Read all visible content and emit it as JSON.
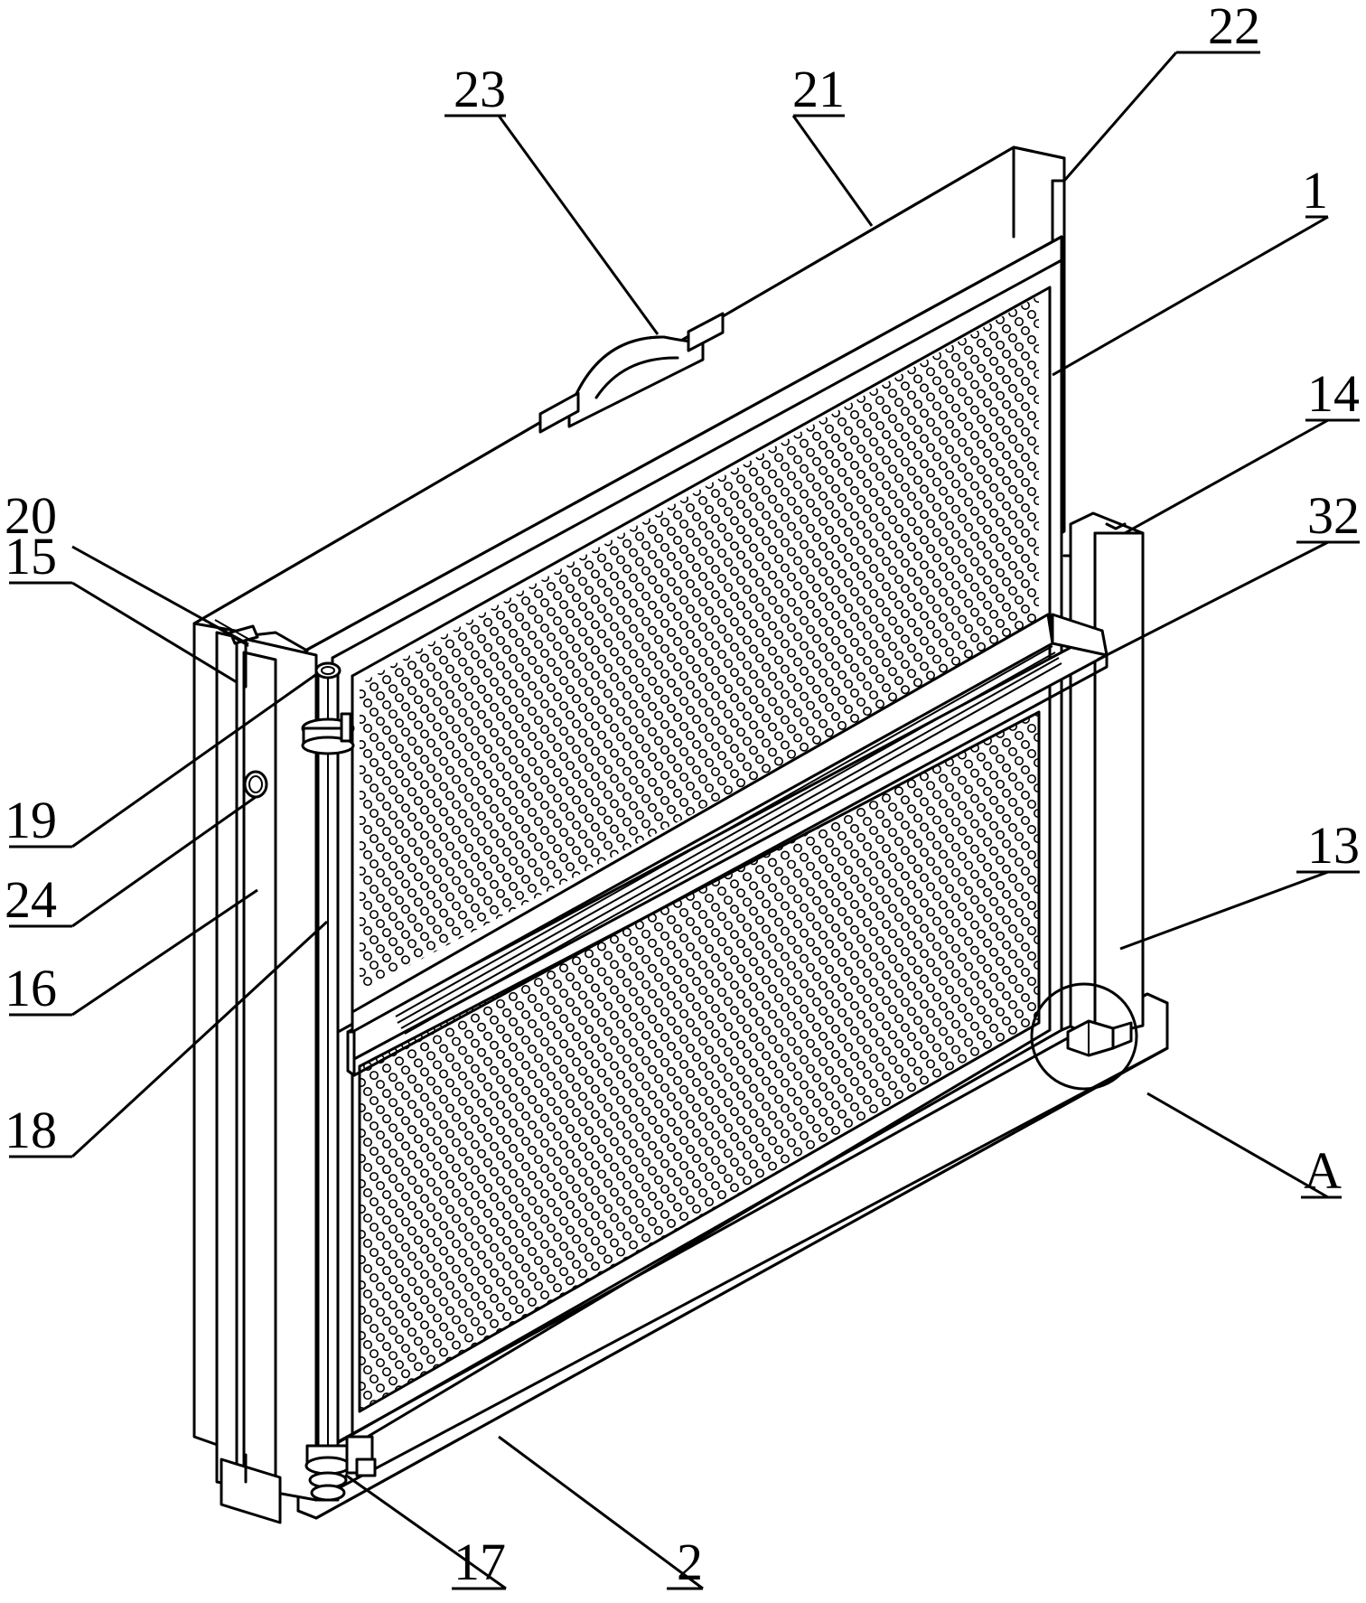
{
  "figure": {
    "labels": [
      {
        "id": "22",
        "text": "22"
      },
      {
        "id": "21",
        "text": "21"
      },
      {
        "id": "23",
        "text": "23"
      },
      {
        "id": "1",
        "text": "1"
      },
      {
        "id": "14",
        "text": "14"
      },
      {
        "id": "32",
        "text": "32"
      },
      {
        "id": "20",
        "text": "20"
      },
      {
        "id": "15",
        "text": "15"
      },
      {
        "id": "19",
        "text": "19"
      },
      {
        "id": "24",
        "text": "24"
      },
      {
        "id": "13",
        "text": "13"
      },
      {
        "id": "16",
        "text": "16"
      },
      {
        "id": "18",
        "text": "18"
      },
      {
        "id": "A",
        "text": "A"
      },
      {
        "id": "17",
        "text": "17"
      },
      {
        "id": "2",
        "text": "2"
      }
    ]
  }
}
